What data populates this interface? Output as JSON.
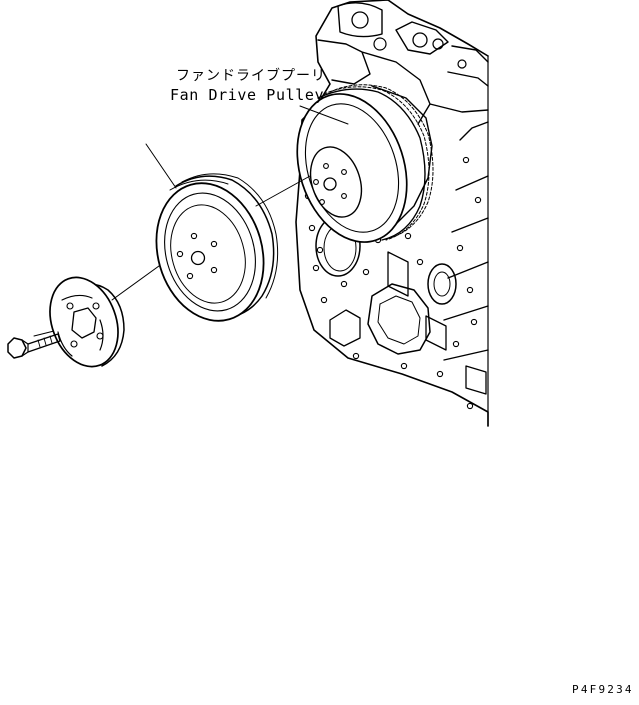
{
  "diagram": {
    "label_japanese": "ファンドライブプーリ",
    "label_english": "Fan Drive Pulley",
    "figure_code": "P4F9234",
    "line_color": "#000000",
    "background_color": "#ffffff"
  }
}
